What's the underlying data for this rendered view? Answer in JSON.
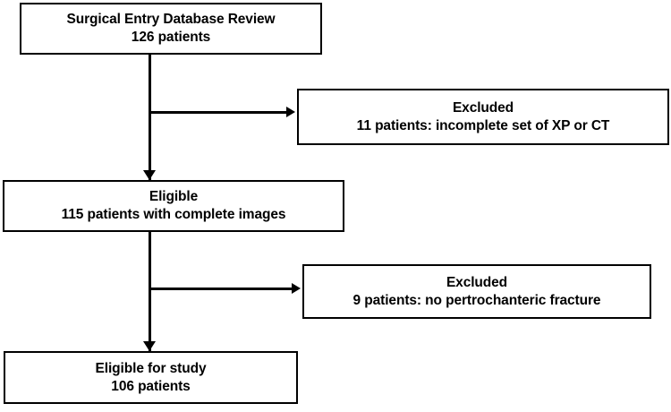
{
  "diagram": {
    "type": "flowchart",
    "title": "Surgical Entry Database Review patient selection flow",
    "orientation": "top-to-bottom",
    "style": {
      "box_border_color": "#000000",
      "box_fill_color": "#ffffff",
      "text_color": "#000000",
      "connector_color": "#000000",
      "background_color": "#ffffff"
    },
    "nodes": [
      {
        "id": "enrollment",
        "role": "source",
        "line1": "Surgical Entry Database Review",
        "line2": "126 patients",
        "count": 126
      },
      {
        "id": "excluded_1",
        "role": "exclusion",
        "line1": "Excluded",
        "line2": "11 patients: incomplete set of XP or CT",
        "count": 11
      },
      {
        "id": "eligible",
        "role": "intermediate",
        "line1": "Eligible",
        "line2": "115 patients with complete images",
        "count": 115
      },
      {
        "id": "excluded_2",
        "role": "exclusion",
        "line1": "Excluded",
        "line2": "9 patients: no pertrochanteric fracture",
        "count": 9
      },
      {
        "id": "final",
        "role": "terminal",
        "line1": "Eligible for study",
        "line2": "106 patients",
        "count": 106
      }
    ],
    "edges": [
      {
        "id": "edge-enrollment-eligible",
        "from": "enrollment",
        "to": "eligible",
        "arrow": "down"
      },
      {
        "id": "edge-enrollment-excluded1",
        "from": "enrollment",
        "to": "excluded_1",
        "arrow": "right"
      },
      {
        "id": "edge-eligible-final",
        "from": "eligible",
        "to": "final",
        "arrow": "down"
      },
      {
        "id": "edge-eligible-excluded2",
        "from": "eligible",
        "to": "excluded_2",
        "arrow": "right"
      }
    ]
  }
}
